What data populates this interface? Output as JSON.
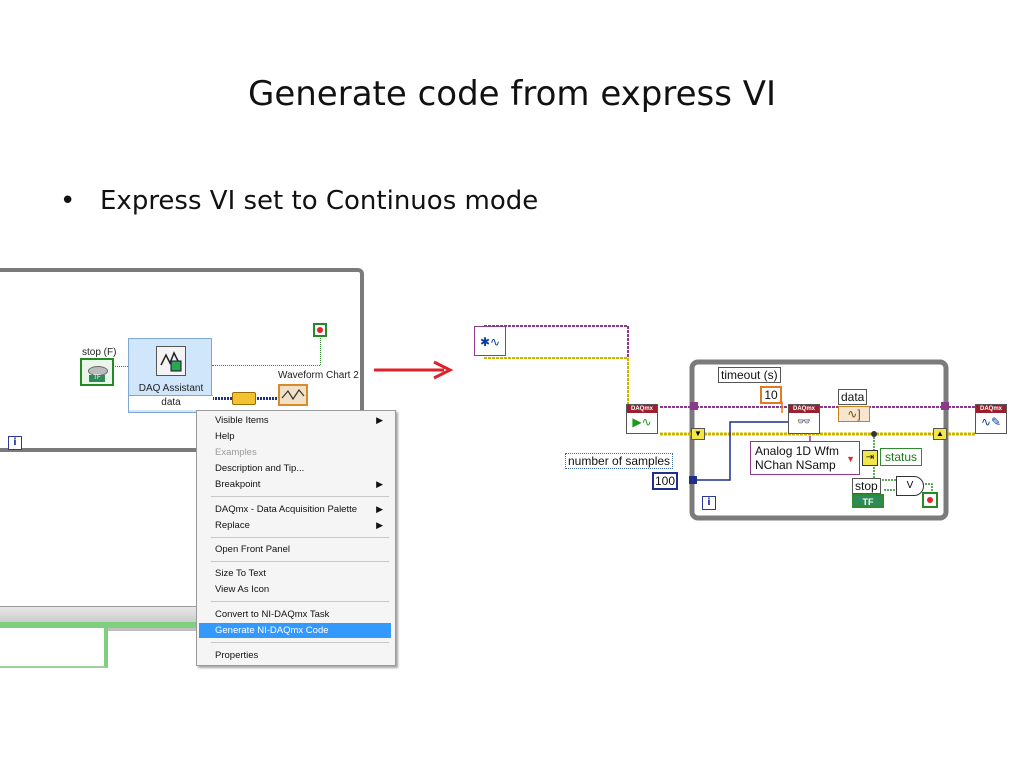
{
  "slide": {
    "title": "Generate code from express VI",
    "bullet": "Express VI set to Continuos mode"
  },
  "left_diagram": {
    "stop_label": "stop (F)",
    "stop_tf": "TF",
    "daq_assistant_name": "DAQ Assistant",
    "daq_assistant_data": "data",
    "waveform_chart_label": "Waveform Chart 2",
    "iteration_terminal": "i"
  },
  "context_menu": {
    "items": [
      {
        "label": "Visible Items",
        "submenu": true
      },
      {
        "label": "Help"
      },
      {
        "label": "Examples",
        "disabled": true
      },
      {
        "label": "Description and Tip..."
      },
      {
        "label": "Breakpoint",
        "submenu": true
      },
      {
        "label": "DAQmx - Data Acquisition Palette",
        "submenu": true
      },
      {
        "label": "Replace",
        "submenu": true
      },
      {
        "label": "Open Front Panel"
      },
      {
        "label": "Size To Text"
      },
      {
        "label": "View As Icon"
      },
      {
        "label": "Convert to NI-DAQmx Task"
      },
      {
        "label": "Generate NI-DAQmx Code",
        "highlighted": true
      },
      {
        "label": "Properties"
      }
    ]
  },
  "right_diagram": {
    "timeout_label": "timeout (s)",
    "timeout_value": "10",
    "data_label": "data",
    "number_of_samples_label": "number of samples",
    "number_of_samples_value": "100",
    "read_mode_line1": "Analog 1D Wfm",
    "read_mode_line2": "NChan NSamp",
    "status_label": "status",
    "stop_label": "stop",
    "stop_tf": "TF",
    "iteration_terminal": "i",
    "daqmx_header": "DAQmx"
  },
  "colors": {
    "wire_task": "#8b3a8b",
    "wire_error": "#c9b400",
    "wire_numeric": "#1e2f8c",
    "wire_boolean": "#2e8b2e",
    "arrow": "#e0202a",
    "highlight": "#3399ff"
  }
}
